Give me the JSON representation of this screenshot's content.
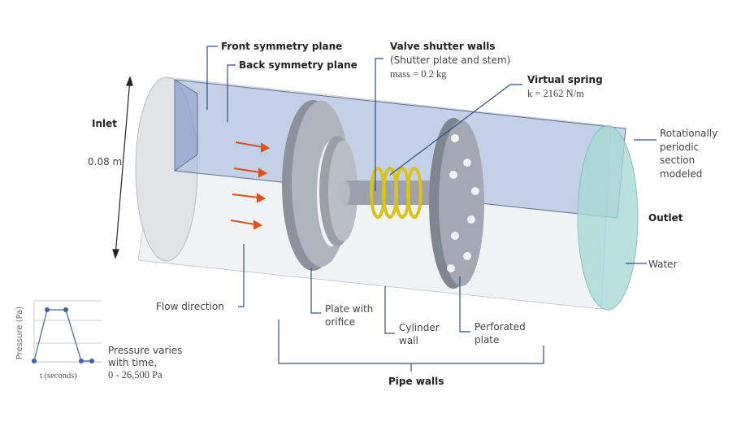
{
  "labels": {
    "front_symmetry_plane": "Front symmetry plane",
    "back_symmetry_plane": "Back symmetry plane",
    "valve_title": "Valve shutter walls",
    "valve_sub": "(Shutter plate and stem)",
    "valve_mass": "mass = 0.2 kg",
    "spring_title": "Virtual spring",
    "spring_k": "k = 2162 N/m",
    "inlet": "Inlet",
    "diameter": "0.08 m",
    "periodic_1": "Rotationally",
    "periodic_2": "periodic",
    "periodic_3": "section",
    "periodic_4": "modeled",
    "outlet": "Outlet",
    "water": "Water",
    "flow_direction": "Flow direction",
    "plate_orifice_1": "Plate with",
    "plate_orifice_2": "orifice",
    "cylinder_wall_1": "Cylinder",
    "cylinder_wall_2": "wall",
    "perforated_1": "Perforated",
    "perforated_2": "plate",
    "pipe_walls": "Pipe walls",
    "pressure_1": "Pressure varies",
    "pressure_2": "with time,",
    "pressure_3": "0 - 26,500 Pa"
  },
  "inset": {
    "ylabel": "Pressure (Pa)",
    "xlabel": "t (seconds)"
  },
  "colors": {
    "leader": "#2f4f8f",
    "plane": "#9fb4d8",
    "arrow": "#e0501a",
    "spring": "#d9c21c",
    "outlet": "#a8d8d4",
    "metal": "#a3a8b2"
  }
}
